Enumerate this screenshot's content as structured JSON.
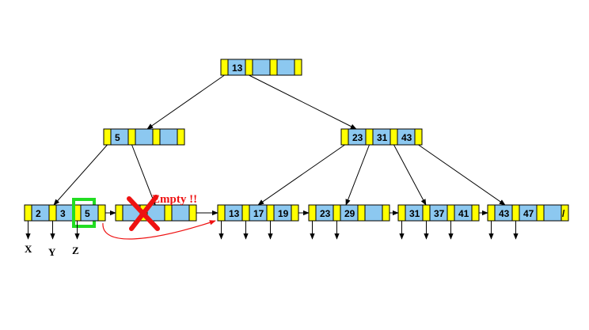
{
  "colors": {
    "pointer_cell": "#ffff00",
    "key_cell": "#8cc8f0",
    "outline": "#000000",
    "highlight": "#22dd22",
    "delete_mark": "#ee1111",
    "annotation": "#ee1111"
  },
  "tree": {
    "root": {
      "keys": [
        "13",
        "",
        ""
      ]
    },
    "internal_left": {
      "keys": [
        "5",
        "",
        ""
      ]
    },
    "internal_right": {
      "keys": [
        "23",
        "31",
        "43"
      ]
    },
    "leaves": [
      {
        "keys": [
          "2",
          "3",
          "5"
        ]
      },
      {
        "keys": [
          "",
          "",
          ""
        ]
      },
      {
        "keys": [
          "13",
          "17",
          "19"
        ]
      },
      {
        "keys": [
          "23",
          "29",
          ""
        ]
      },
      {
        "keys": [
          "31",
          "37",
          "41"
        ]
      },
      {
        "keys": [
          "43",
          "47",
          ""
        ]
      }
    ],
    "null_marker": "/"
  },
  "annotations": {
    "empty_note": "Empty !!",
    "pointer_labels": [
      "X",
      "Y",
      "Z"
    ]
  }
}
